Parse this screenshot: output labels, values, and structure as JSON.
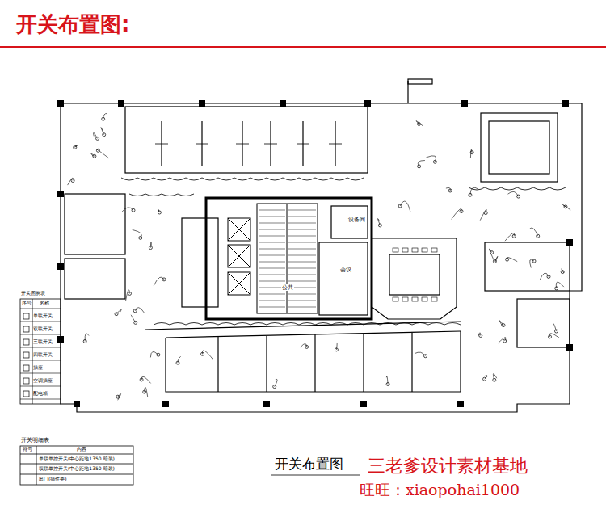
{
  "diagram": {
    "title": "开关布置图:",
    "caption": "开关布置图",
    "labels": [
      "开关图例表",
      "序号",
      "名称",
      "单联开关",
      "双联开关",
      "三联开关",
      "四联开关",
      "插座",
      "空调插座",
      "配电箱",
      "开关明细表",
      "符号",
      "内容",
      "单联单控开关(中心距地1350 暗装)",
      "双联单控开关(中心距地1350 暗装)",
      "出门(插件类)",
      "设备间",
      "会议",
      "公共",
      "三老爹设计素材基地",
      "旺旺：xiaopohai1000"
    ]
  }
}
